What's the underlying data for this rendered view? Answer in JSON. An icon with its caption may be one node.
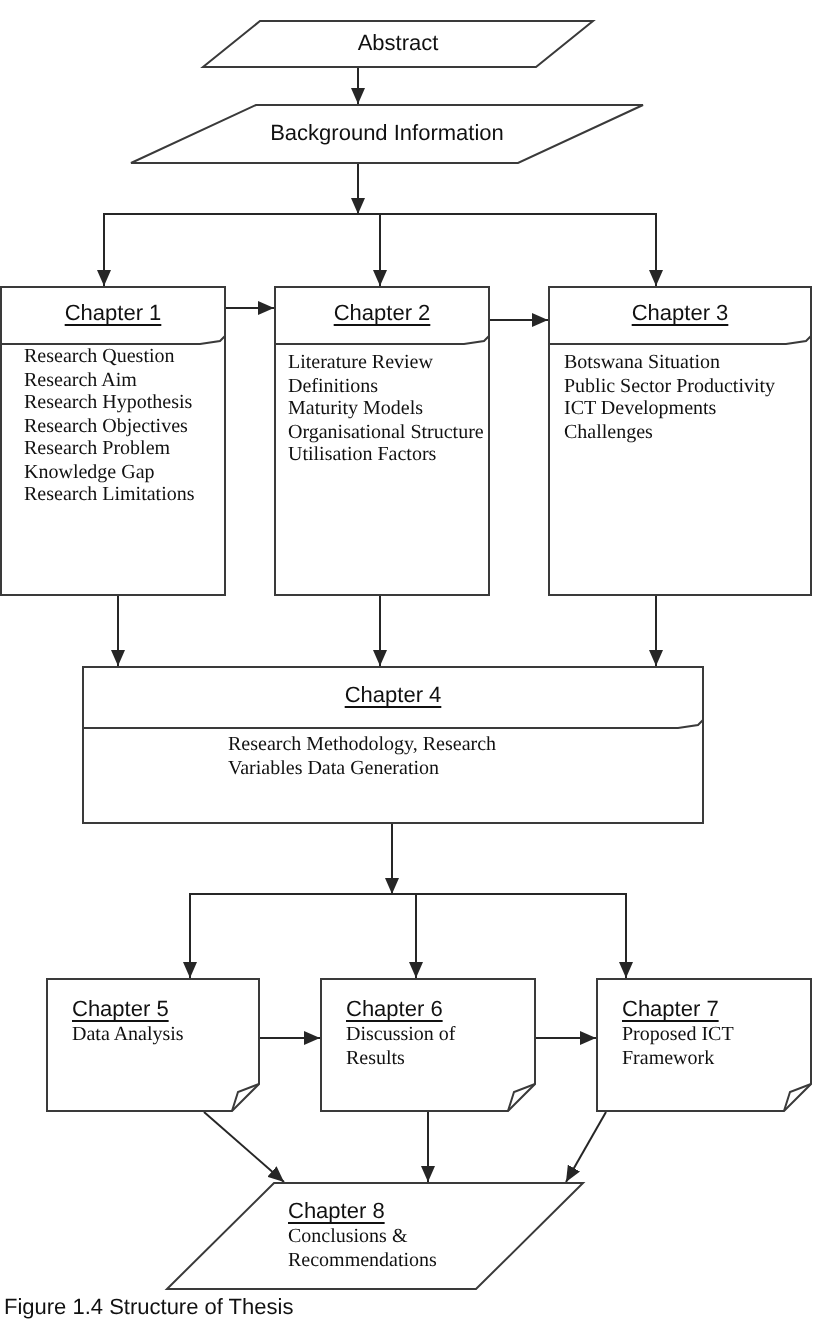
{
  "diagram": {
    "caption": "Figure 1.4 Structure of Thesis",
    "nodes": [
      {
        "text": [
          "Abstract"
        ]
      },
      {
        "text": [
          "Background Information"
        ]
      },
      {
        "text": [
          "Chapter 1",
          "Research Question",
          "Research Aim",
          "Research Hypothesis",
          "Research Objectives",
          "Research Problem",
          "Knowledge Gap",
          "Research Limitations"
        ]
      },
      {
        "text": [
          "Chapter 2",
          "Literature Review",
          "Definitions",
          "Maturity Models",
          "Organisational Structure",
          "Utilisation Factors"
        ]
      },
      {
        "text": [
          "Chapter 3",
          "Botswana Situation",
          "Public Sector Productivity",
          "ICT Developments",
          "Challenges"
        ]
      },
      {
        "text": [
          "Chapter 4",
          "Research Methodology, Research Variables Data Generation"
        ]
      },
      {
        "text": [
          "Chapter 5",
          "Data Analysis"
        ]
      },
      {
        "text": [
          "Chapter 6",
          "Discussion of Results"
        ]
      },
      {
        "text": [
          "Chapter 7",
          "Proposed ICT Framework"
        ]
      },
      {
        "text": [
          "Chapter 8",
          "Conclusions & Recommendations"
        ]
      }
    ],
    "edges": [
      {
        "from": 0,
        "to": 1,
        "arrow": "to"
      },
      {
        "from": 1,
        "to": 2,
        "arrow": "to"
      },
      {
        "from": 1,
        "to": 3,
        "arrow": "to"
      },
      {
        "from": 1,
        "to": 4,
        "arrow": "to"
      },
      {
        "from": 2,
        "to": 3,
        "arrow": "to"
      },
      {
        "from": 3,
        "to": 4,
        "arrow": "to"
      },
      {
        "from": 2,
        "to": 5,
        "arrow": "to"
      },
      {
        "from": 3,
        "to": 5,
        "arrow": "to"
      },
      {
        "from": 4,
        "to": 5,
        "arrow": "to"
      },
      {
        "from": 5,
        "to": 6,
        "arrow": "to"
      },
      {
        "from": 5,
        "to": 7,
        "arrow": "to"
      },
      {
        "from": 5,
        "to": 8,
        "arrow": "to"
      },
      {
        "from": 6,
        "to": 7,
        "arrow": "to"
      },
      {
        "from": 7,
        "to": 8,
        "arrow": "to"
      },
      {
        "from": 6,
        "to": 9,
        "arrow": "to"
      },
      {
        "from": 7,
        "to": 9,
        "arrow": "to"
      },
      {
        "from": 8,
        "to": 9,
        "arrow": "to"
      }
    ]
  }
}
